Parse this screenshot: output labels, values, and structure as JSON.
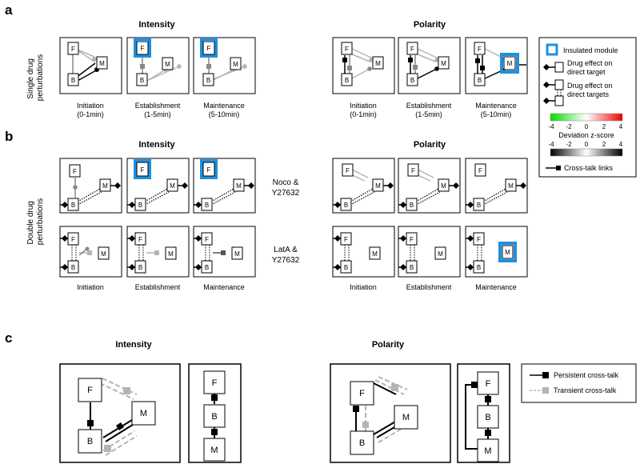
{
  "panels": {
    "a": {
      "letter": "a",
      "row_label": [
        "Single drug",
        "perturbations"
      ],
      "col_titles": [
        "Intensity",
        "Polarity"
      ],
      "phases": [
        [
          "Initiation",
          "(0-1min)"
        ],
        [
          "Establishment",
          "(1-5min)"
        ],
        [
          "Maintenance",
          "(5-10min)"
        ]
      ]
    },
    "b": {
      "letter": "b",
      "row_label": [
        "Double drug",
        "perturbations"
      ],
      "col_titles": [
        "Intensity",
        "Polarity"
      ],
      "pair_labels": [
        [
          "Noco &",
          "Y27632"
        ],
        [
          "LatA &",
          "Y27632"
        ]
      ],
      "phases": [
        "Initiation",
        "Establishment",
        "Maintenance"
      ]
    },
    "c": {
      "letter": "c",
      "col_titles": [
        "Intensity",
        "Polarity"
      ],
      "legend": [
        "Persistent cross-talk",
        "Transient cross-talk"
      ]
    }
  },
  "node_labels": {
    "F": "F",
    "M": "M",
    "B": "B"
  },
  "legend": {
    "insulated": "Insulated module",
    "single_target": [
      "Drug effect on",
      "direct target"
    ],
    "multi_target": [
      "Drug effect on",
      "direct targets"
    ],
    "scale_ticks": [
      "-4",
      "-2",
      "0",
      "2",
      "4"
    ],
    "scale_title": "Deviation z-score",
    "crosstalk": "Cross-talk links"
  },
  "colors": {
    "insulated": "#1e90e0",
    "green_strong": "#22cc22",
    "green_light": "#b2eab2",
    "red_light": "#f08888",
    "gray_link": "#b4b4b4"
  }
}
